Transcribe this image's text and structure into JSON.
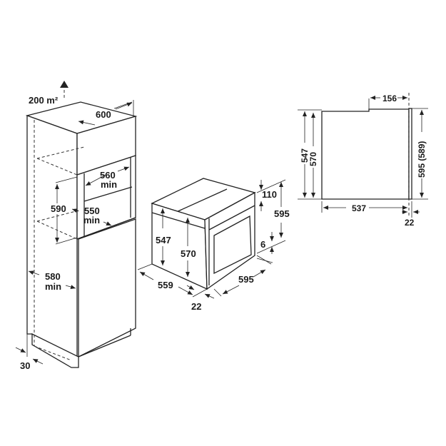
{
  "cabinet": {
    "ventilation": "200 m²",
    "width": "600",
    "niche_width": "560",
    "niche_width_note": "min",
    "niche_height": "590",
    "niche_depth": "550",
    "niche_depth_note": "min",
    "depth": "580",
    "depth_note": "min",
    "offset": "30"
  },
  "oven_3d": {
    "top_gap": "110",
    "height_total": "595",
    "height_body": "547",
    "height_front": "570",
    "bottom_gap": "6",
    "depth": "559",
    "door": "22",
    "width": "595"
  },
  "side_view": {
    "top_step": "156",
    "height_body": "547",
    "height_front": "570",
    "height_total": "595 (589)",
    "depth": "537",
    "door": "22"
  }
}
